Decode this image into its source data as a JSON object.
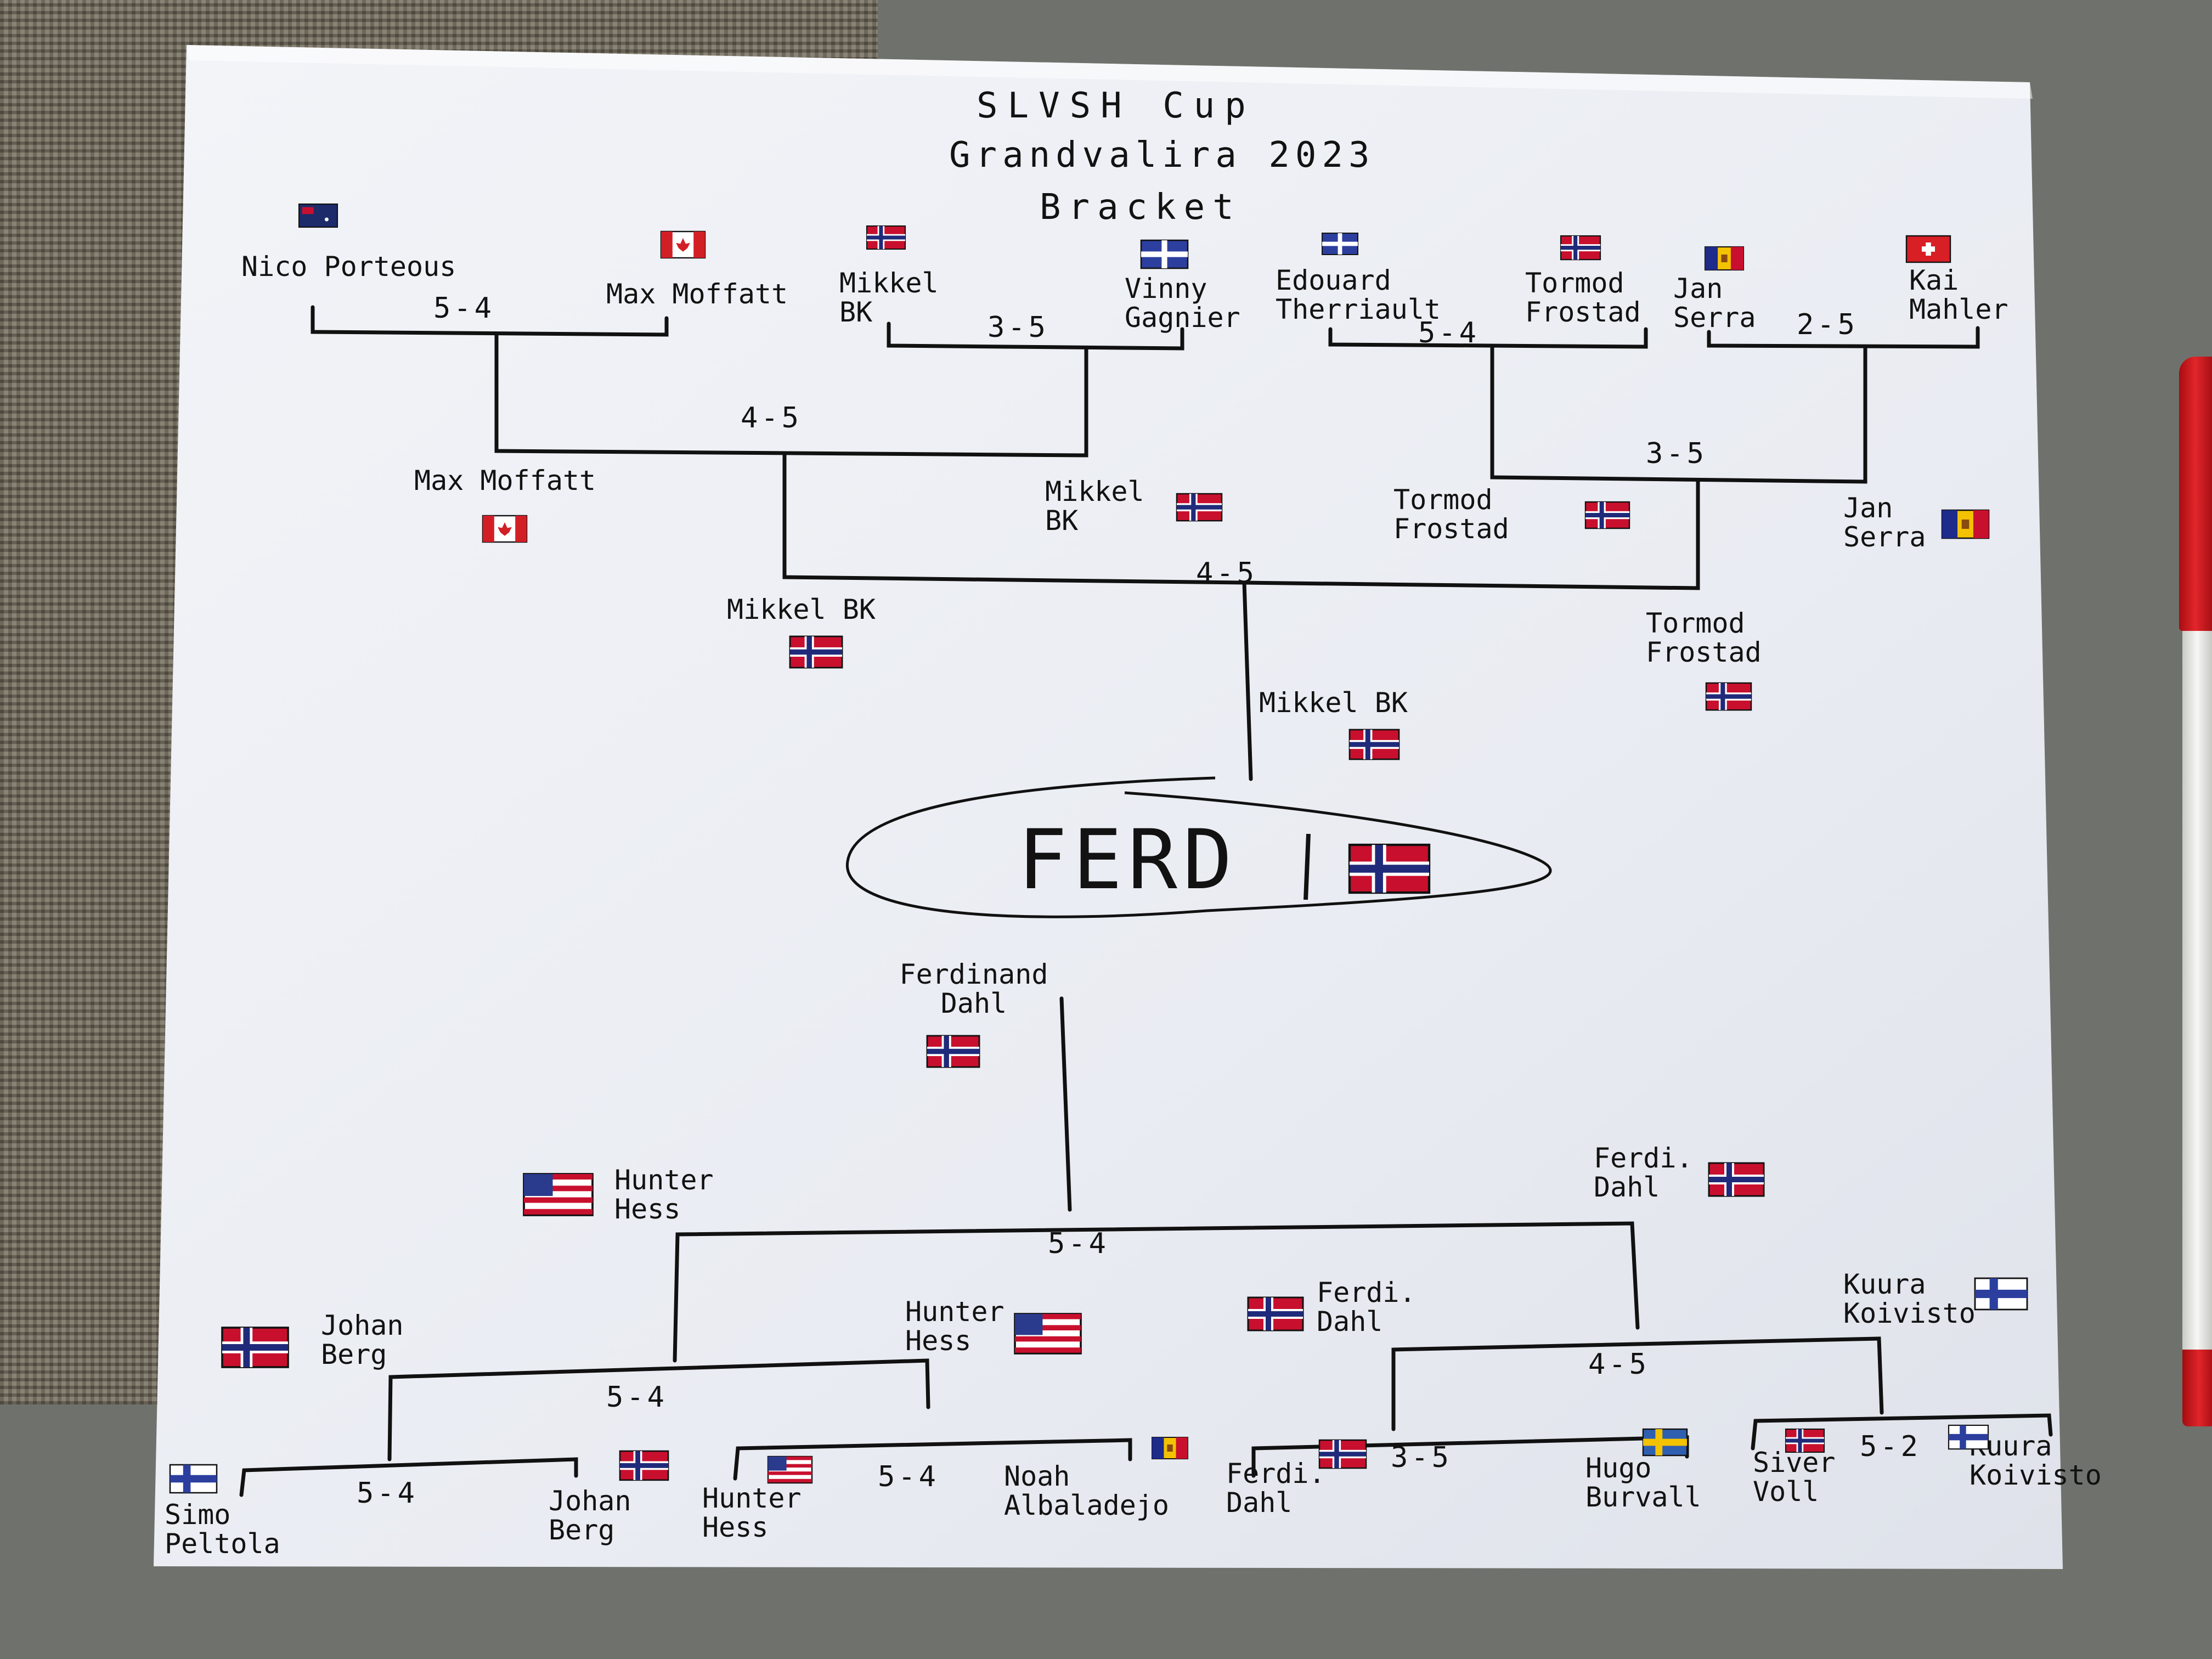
{
  "title": {
    "line1": "SLVSH Cup",
    "line2": "Grandvalira 2023",
    "line3": "Bracket"
  },
  "champion": "FERD",
  "top_bracket": {
    "round1": [
      {
        "p1": "Nico Porteous",
        "p2": "Max Moffatt",
        "score": "5-4"
      },
      {
        "p1": "Mikkel BK",
        "p2": "Vinny Gagnier",
        "score": "3-5"
      },
      {
        "p1": "Edouard Therriault",
        "p2": "Tormod Frostad",
        "score": "5-4"
      },
      {
        "p1": "Jan Serra",
        "p2": "Kai Mahler",
        "score": "2-5"
      }
    ],
    "round2": [
      {
        "p1": "Max Moffatt",
        "p2": "Mikkel BK",
        "score": "4-5"
      },
      {
        "p1": "Tormod Frostad",
        "p2": "Jan Serra",
        "score": "3-5"
      }
    ],
    "semifinal": {
      "p1": "Mikkel BK",
      "p2": "Tormod Frostad",
      "score": "4-5"
    },
    "finalist": "Mikkel BK"
  },
  "bottom_bracket": {
    "finalist": "Ferdinand Dahl",
    "semifinal": {
      "p1": "Hunter Hess",
      "p2": "Ferdi. Dahl",
      "score": "5-4"
    },
    "round2": [
      {
        "p1": "Johan Berg",
        "p2": "Hunter Hess",
        "score": "5-4"
      },
      {
        "p1": "Ferdi. Dahl",
        "p2": "Kuura Koivisto",
        "score": "4-5"
      }
    ],
    "round1": [
      {
        "p1": "Simo Peltola",
        "p2": "Johan Berg",
        "score": "5-4"
      },
      {
        "p1": "Hunter Hess",
        "p2": "Noah Albaladejo",
        "score": "5-4"
      },
      {
        "p1": "Ferdi. Dahl",
        "p2": "Hugo Burvall",
        "score": "3-5"
      },
      {
        "p1": "Siver Voll",
        "p2": "Kuura Koivisto",
        "score": "5-2"
      }
    ]
  },
  "flag_colors": {
    "norway": "#c8102e",
    "norway_cross": "#1f2a7a",
    "usa_blue": "#2a3a8c",
    "finland": "#2c3f9e",
    "sweden": "#2f5fb0",
    "sweden_cross": "#f3c200",
    "andorra": "#c8102e",
    "canada": "#d21f26",
    "australia": "#1d2b6b",
    "ink": "#111111",
    "paper": "#eef0f5",
    "marker_red": "#d81f26"
  }
}
